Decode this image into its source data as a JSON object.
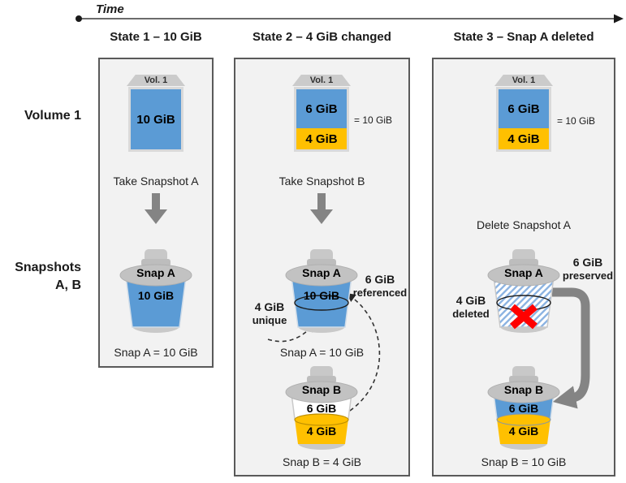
{
  "time_label": "Time",
  "row_labels": {
    "volume": "Volume 1",
    "snapshots_line1": "Snapshots",
    "snapshots_line2": "A, B"
  },
  "state1": {
    "header": "State 1 – 10 GiB",
    "vol_cap": "Vol. 1",
    "vol_size": "10 GiB",
    "action": "Take Snapshot A",
    "snap_a_name": "Snap A",
    "snap_a_size": "10 GiB",
    "snap_a_caption": "Snap A = 10 GiB"
  },
  "state2": {
    "header": "State 2 – 4 GiB changed",
    "vol_cap": "Vol. 1",
    "vol_blue": "6 GiB",
    "vol_orange": "4 GiB",
    "vol_total": "= 10 GiB",
    "action": "Take Snapshot B",
    "snap_a_name": "Snap A",
    "snap_a_size": "10 GiB",
    "snap_a_caption": "Snap A = 10 GiB",
    "left_note_line1": "4 GiB",
    "left_note_line2": "unique",
    "right_note_line1": "6 GiB",
    "right_note_line2": "referenced",
    "snap_b_name": "Snap B",
    "snap_b_blue": "6 GiB",
    "snap_b_orange": "4 GiB",
    "snap_b_caption": "Snap B = 4 GiB"
  },
  "state3": {
    "header": "State 3 – Snap A deleted",
    "vol_cap": "Vol. 1",
    "vol_blue": "6 GiB",
    "vol_orange": "4 GiB",
    "vol_total": "= 10 GiB",
    "action": "Delete Snapshot A",
    "snap_a_name": "Snap A",
    "left_note_line1": "4 GiB",
    "left_note_line2": "deleted",
    "right_note_line1": "6 GiB",
    "right_note_line2": "preserved",
    "snap_b_name": "Snap B",
    "snap_b_blue": "6 GiB",
    "snap_b_orange": "4 GiB",
    "snap_b_caption": "Snap B = 10 GiB"
  },
  "colors": {
    "volume_blue": "#5B9BD5",
    "changed_orange": "#FFC000",
    "arrow_gray": "#848484",
    "panel_bg": "#F2F2F2",
    "delete_red": "#FF0000",
    "lid_gray": "#C2C2C2"
  }
}
